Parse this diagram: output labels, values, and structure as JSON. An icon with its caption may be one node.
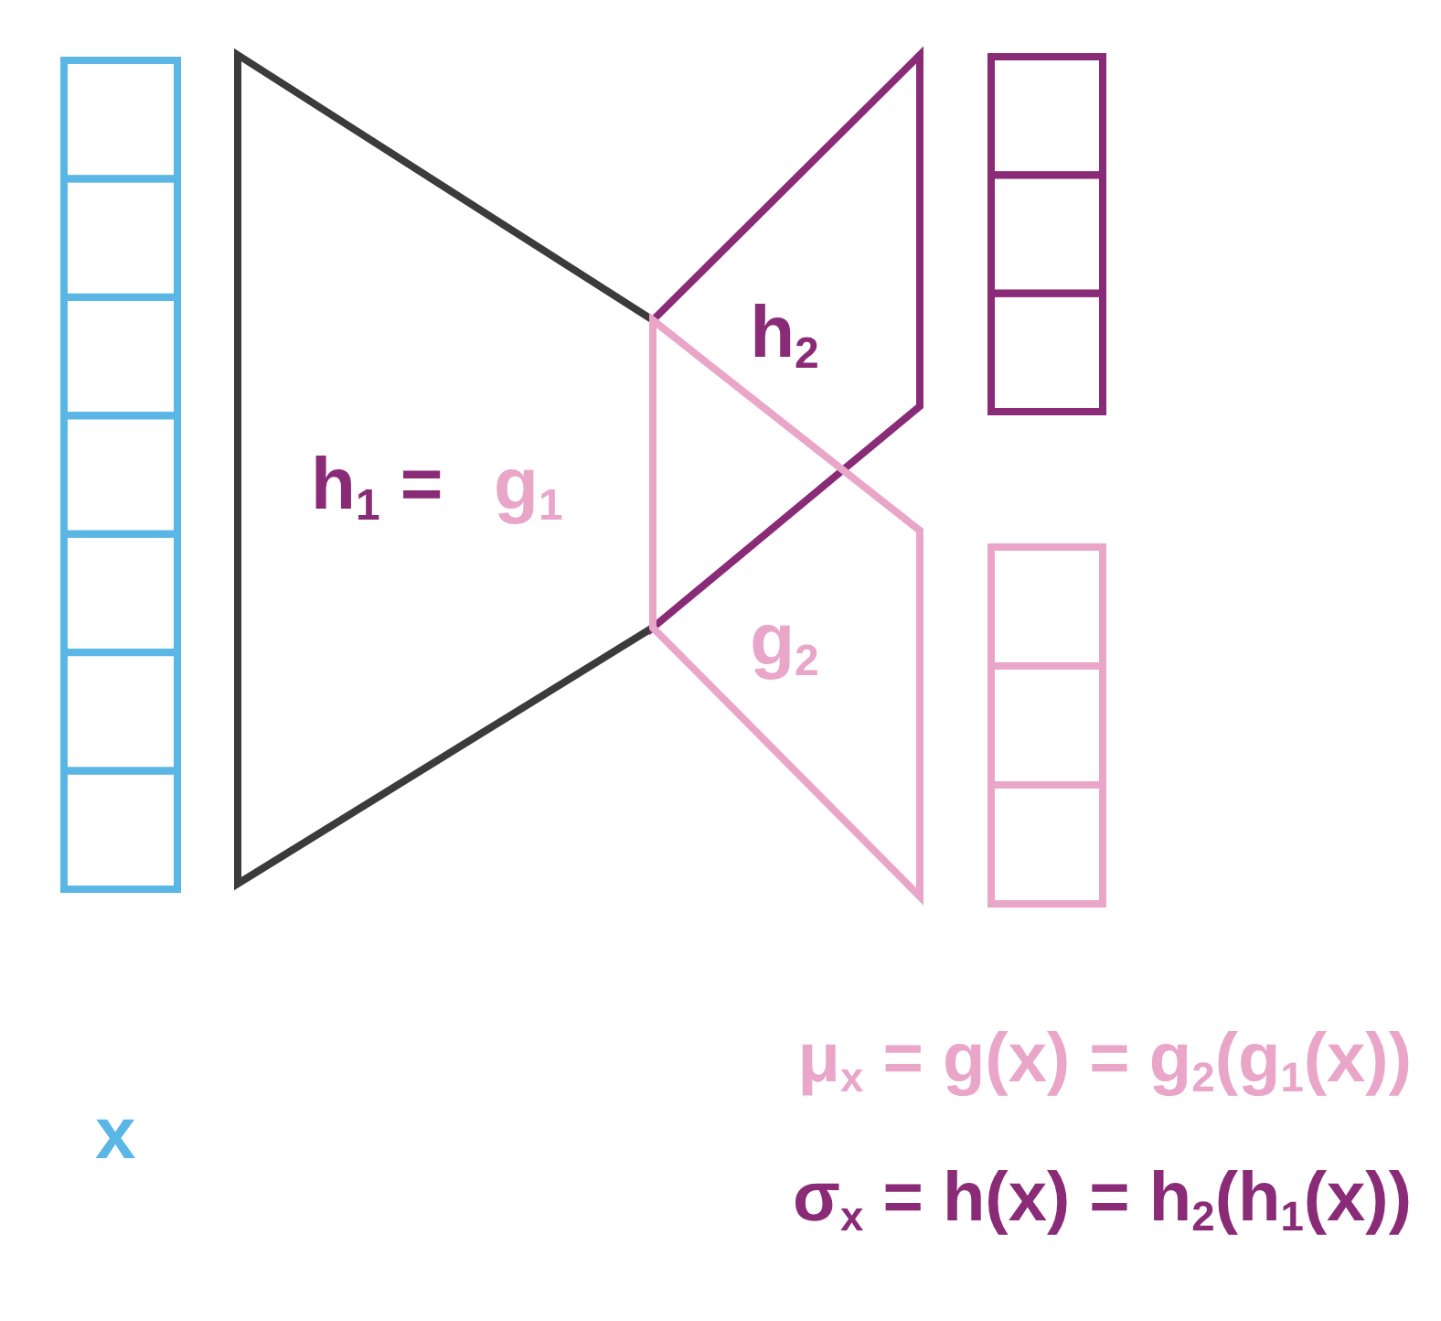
{
  "diagram": {
    "nodes": [
      {
        "text": [],
        "shape": "bar"
      },
      {
        "text": [
          "h$_{1}$ =",
          "g$_{1}$"
        ]
      },
      {
        "text": [
          "h$_{2}$"
        ]
      },
      {
        "text": [
          "g$_{2}$"
        ]
      },
      {
        "text": [],
        "shape": "bar"
      },
      {
        "text": [],
        "shape": "bar"
      }
    ],
    "edges": [],
    "labels": [
      "x",
      "μ$_{x}$ = g(x) = g$_{2}$(g$_{1}$(x))",
      "σ$_{x}$ = h(x) = h$_{2}$(h$_{1}$(x))"
    ]
  }
}
